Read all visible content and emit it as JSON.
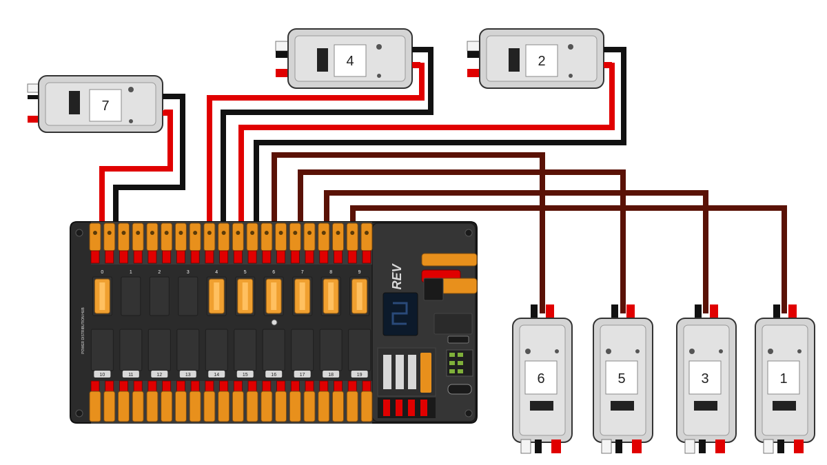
{
  "controllers": [
    {
      "label": "7",
      "orientation": "horizontal"
    },
    {
      "label": "4",
      "orientation": "horizontal"
    },
    {
      "label": "2",
      "orientation": "horizontal"
    },
    {
      "label": "6",
      "orientation": "vertical"
    },
    {
      "label": "5",
      "orientation": "vertical"
    },
    {
      "label": "3",
      "orientation": "vertical"
    },
    {
      "label": "1",
      "orientation": "vertical"
    }
  ],
  "pdh": {
    "brand": "REV",
    "upper_channel_numbers": [
      "0",
      "1",
      "2",
      "3",
      "4",
      "5",
      "6",
      "7",
      "8",
      "9"
    ],
    "lower_channel_numbers": [
      "10",
      "11",
      "12",
      "13",
      "14",
      "15",
      "16",
      "17",
      "18",
      "19"
    ]
  },
  "colors": {
    "positive_wire": "#e00000",
    "negative_wire": "#111111",
    "can_wire": "#5a1206",
    "pdh_body": "#2b2b2b",
    "terminal": "#e8901c",
    "fuse": "#f0a030",
    "controller_body": "#d4d4d4"
  }
}
